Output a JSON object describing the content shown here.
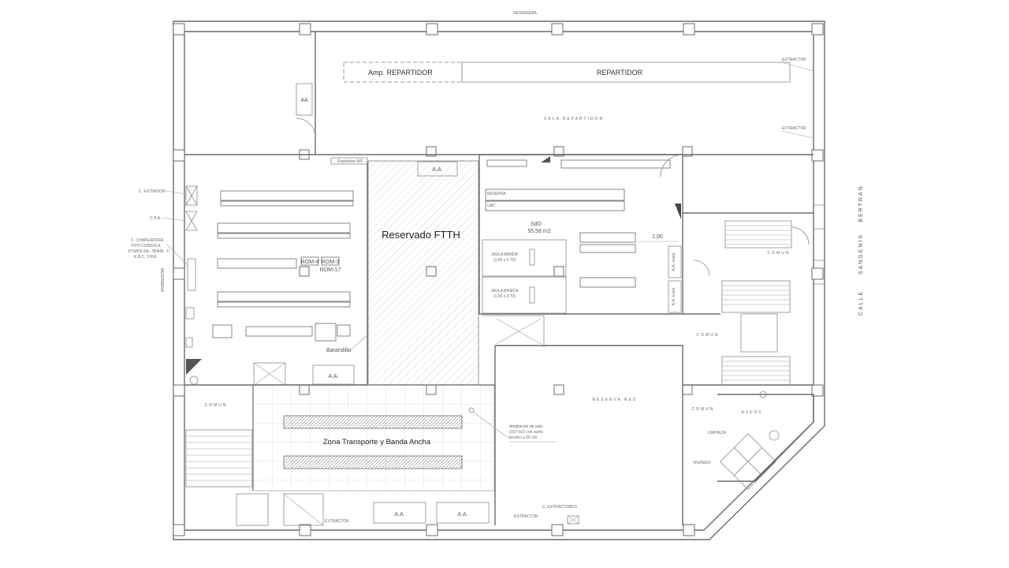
{
  "labels": {
    "top_edge": "MEDIANERA",
    "left_edge": "MEDIANERA",
    "amp_repartidor": "Amp. REPARTIDOR",
    "repartidor": "REPARTIDOR",
    "sala_repartidor": "SALA REPARTIDOR",
    "extractor": "EXTRACTOR",
    "repartidor_bf": "Repartidor B/F",
    "aa": "A.A.",
    "aa_box": "AA",
    "reservado_ftth": "Reservado FTTH",
    "sdo": "SdO",
    "sdo_area": "55,58 m2",
    "dim_200": "2,00",
    "jaula_banda_1": "JAULA BANDA",
    "jaula_banda_1_dim": "(1,50 x 2,70)",
    "jaula_basica": "JAULA BASICA",
    "jaula_basica_dim": "(1,50 x 2,70)",
    "aa_suelo": "A.A. suelo",
    "rom4": "ROM-4",
    "rom3": "ROM-3",
    "rom17": "ROM-17",
    "barandilla": "Barandilla",
    "comun": "COMUN",
    "reserva_red": "RESERVA RED",
    "zona_transporte": "Zona Transporte y Banda Ancha",
    "ampliacion_1": "Ampliación de sala",
    "ampliacion_2": "(107 m2) con suelo",
    "ampliacion_3": "técnico a 50 cm",
    "aseos": "ASEOS",
    "limpieza": "LIMPIEZA",
    "ropero": "ROPERO",
    "c_extinsion": "C. EXTINSION",
    "caa": "C.A.A.",
    "c_chapeadora_1": "C. CHAPEADORA",
    "c_chapeadora_2": "TIPO CONSOLA",
    "c_chapeadora_3": "SYSBOLSA - SPAIN - F",
    "c_chapeadora_4": "E.B.C. 17KG",
    "c_extractores": "C. EXTRACTORES",
    "street_1": "CALLE",
    "street_2": "SANGENIS",
    "street_3": "BERTRAN",
    "reserva": "RESERVA",
    "uac": "UAC"
  },
  "colors": {
    "wall": "#6b6b6b",
    "text": "#333333",
    "background": "#ffffff"
  }
}
